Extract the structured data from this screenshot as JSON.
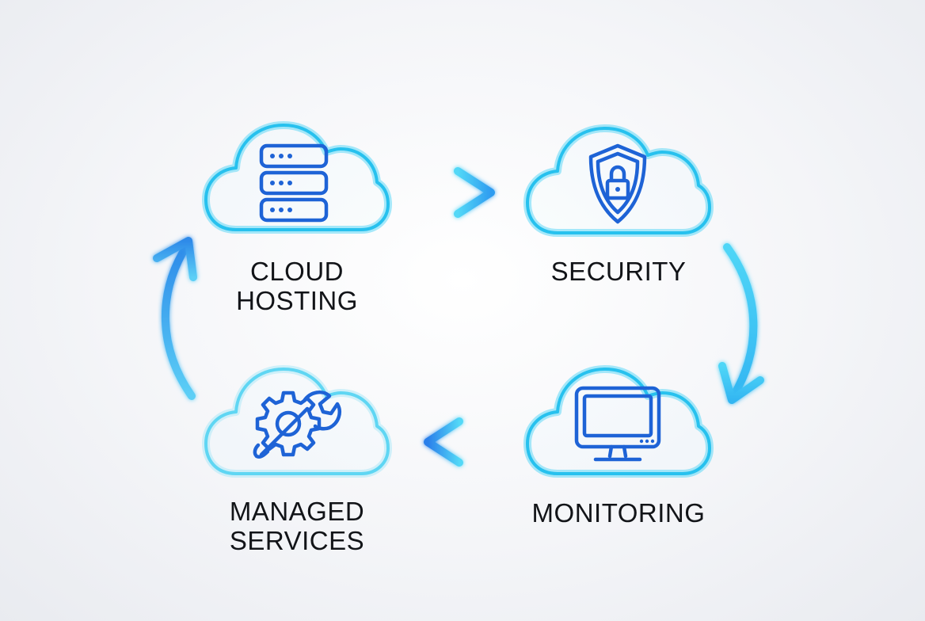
{
  "colors": {
    "cloud_glow": "#3fd2f7",
    "cloud_stroke": "#27c1ee",
    "icon_stroke": "#1e63d6",
    "arrow_light": "#4fd5f6",
    "arrow_dark": "#2a86ea",
    "text": "#121418"
  },
  "nodes": [
    {
      "id": "cloud-hosting",
      "label_lines": [
        "CLOUD",
        "HOSTING"
      ],
      "icon": "server-stack-icon"
    },
    {
      "id": "security",
      "label_lines": [
        "SECURITY"
      ],
      "icon": "shield-lock-icon"
    },
    {
      "id": "monitoring",
      "label_lines": [
        "MONITORING"
      ],
      "icon": "monitor-icon"
    },
    {
      "id": "managed-services",
      "label_lines": [
        "MANAGED",
        "SERVICES"
      ],
      "icon": "gear-wrench-icon"
    }
  ],
  "flow": [
    {
      "from": "cloud-hosting",
      "to": "security"
    },
    {
      "from": "security",
      "to": "monitoring"
    },
    {
      "from": "monitoring",
      "to": "managed-services"
    },
    {
      "from": "managed-services",
      "to": "cloud-hosting"
    }
  ]
}
